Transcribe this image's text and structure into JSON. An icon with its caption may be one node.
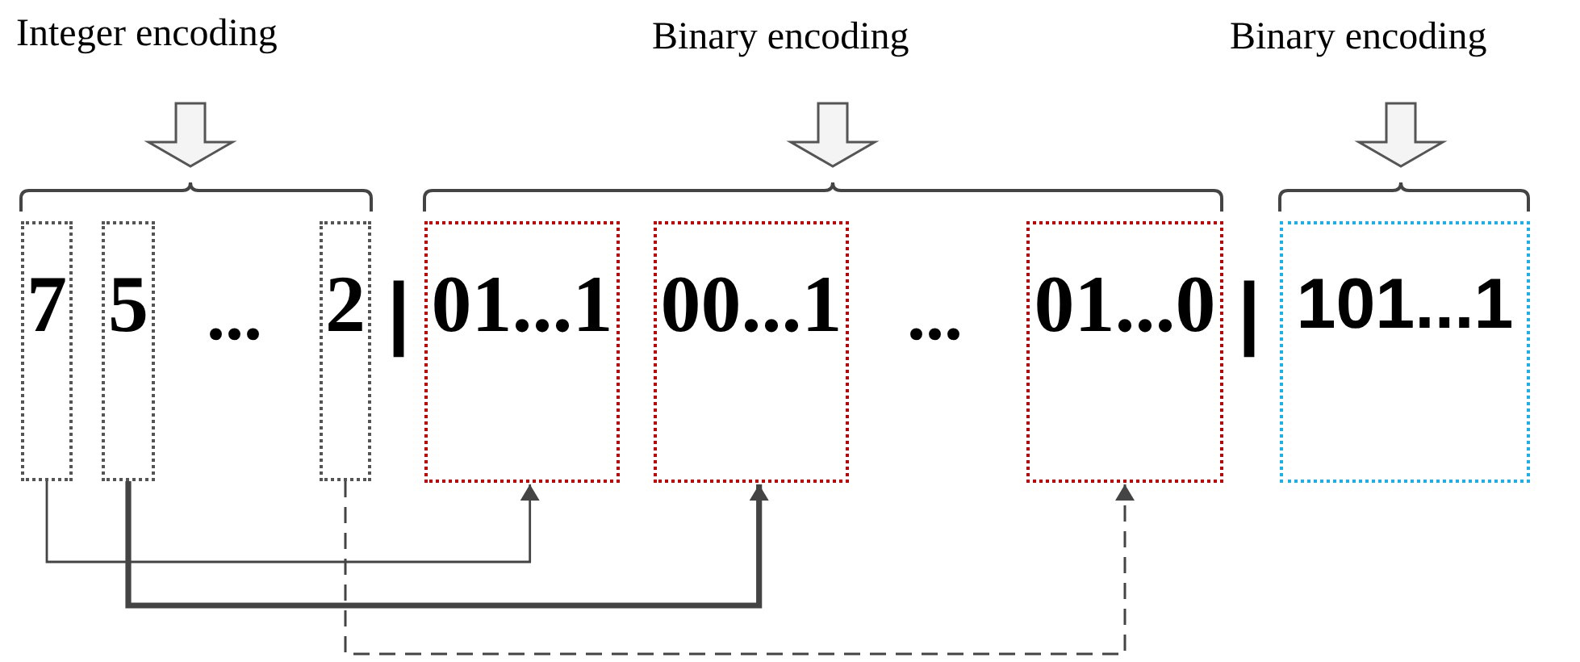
{
  "diagram": {
    "nodes": [
      {
        "text": [
          "7"
        ]
      },
      {
        "text": [
          "5"
        ]
      },
      {
        "text": [
          "2"
        ]
      },
      {
        "text": [
          "01...1"
        ]
      },
      {
        "text": [
          "00...1"
        ]
      },
      {
        "text": [
          "01...0"
        ]
      },
      {
        "text": [
          "101...1"
        ]
      }
    ],
    "edges": [
      {
        "from": 0,
        "to": 3,
        "arrow": "to"
      },
      {
        "from": 1,
        "to": 4,
        "arrow": "to",
        "style": "thick"
      },
      {
        "from": 2,
        "to": 5,
        "arrow": "to",
        "style": "dashed"
      }
    ],
    "labels": [
      "Integer encoding",
      "Binary encoding",
      "Binary encoding",
      "...",
      "|",
      "...",
      "|"
    ]
  }
}
